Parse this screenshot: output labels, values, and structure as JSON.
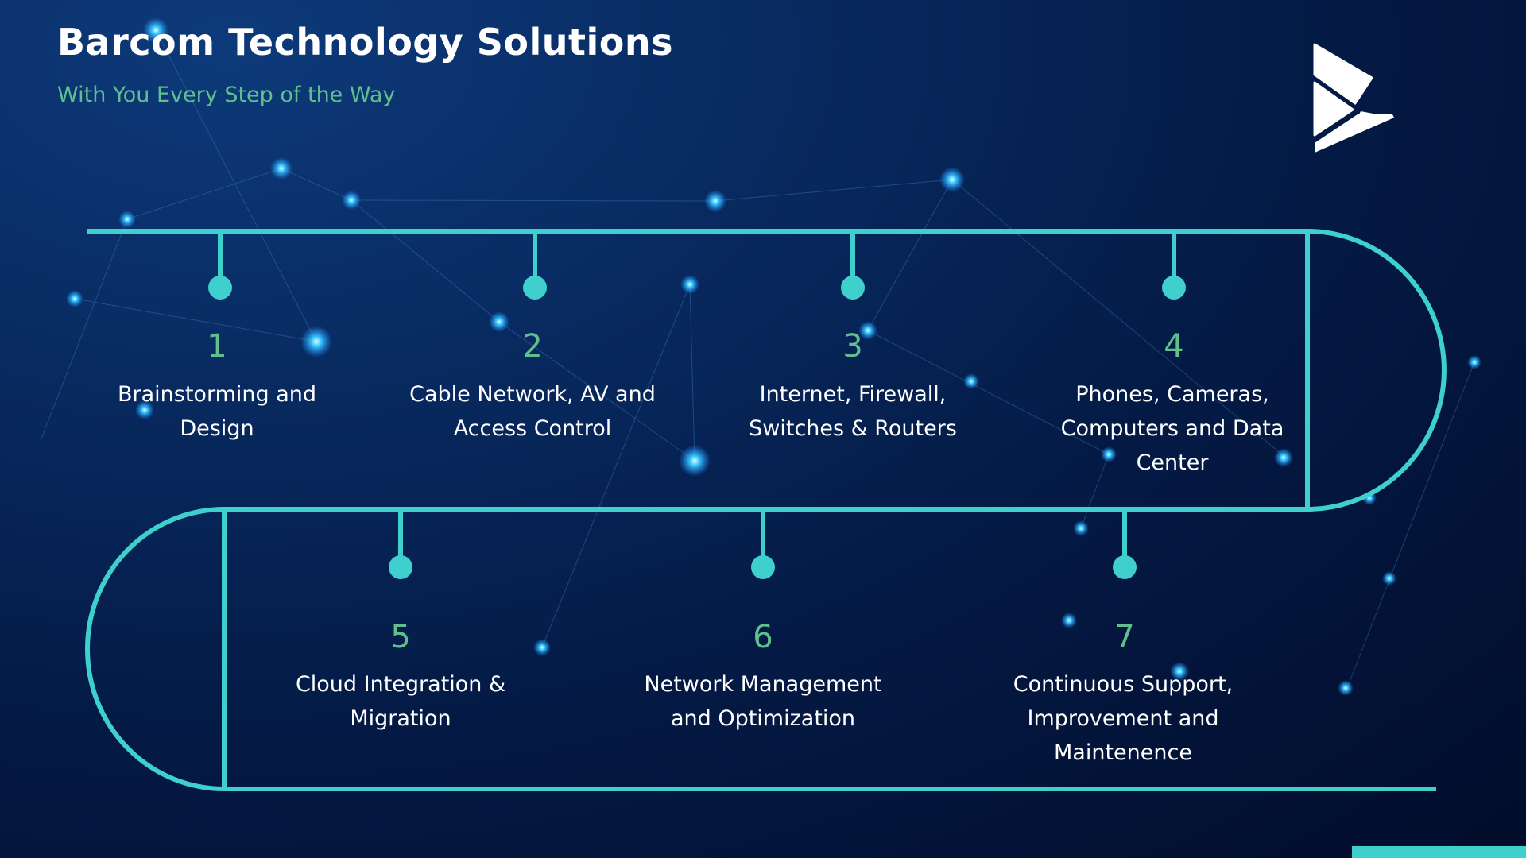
{
  "header": {
    "title": "Barcom Technology Solutions",
    "subtitle": "With You Every Step of the Way"
  },
  "colors": {
    "accent": "#3fcfcc",
    "number": "#5fc08e",
    "background": "#041a45"
  },
  "steps": [
    {
      "number": "1",
      "label": "Brainstorming and Design"
    },
    {
      "number": "2",
      "label": "Cable Network, AV and Access Control"
    },
    {
      "number": "3",
      "label": "Internet, Firewall, Switches & Routers"
    },
    {
      "number": "4",
      "label": "Phones, Cameras, Computers and Data Center"
    },
    {
      "number": "5",
      "label": "Cloud Integration & Migration"
    },
    {
      "number": "6",
      "label": "Network Management and Optimization"
    },
    {
      "number": "7",
      "label": "Continuous Support, Improvement and Maintenence"
    }
  ]
}
